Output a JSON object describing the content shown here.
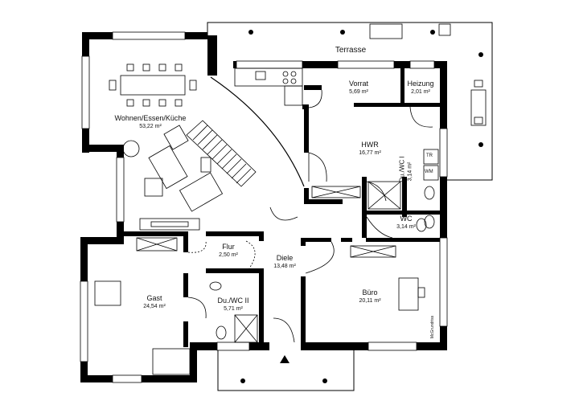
{
  "plan": {
    "terrace_label": "Terrasse",
    "watermark": "McGrundriss",
    "appliances": {
      "dryer": "TR",
      "washer": "WM"
    },
    "rooms": [
      {
        "key": "wohnen",
        "name": "Wohnen/Essen/Küche",
        "area": "53,22 m²"
      },
      {
        "key": "vorrat",
        "name": "Vorrat",
        "area": "5,69 m²"
      },
      {
        "key": "heizung",
        "name": "Heizung",
        "area": "2,01 m²"
      },
      {
        "key": "hwr",
        "name": "HWR",
        "area": "16,77 m²"
      },
      {
        "key": "duwc1",
        "name": "Du./WC I",
        "area": "3,14 m²"
      },
      {
        "key": "wc",
        "name": "WC",
        "area": "3,14 m²"
      },
      {
        "key": "flur",
        "name": "Flur",
        "area": "2,50 m²"
      },
      {
        "key": "diele",
        "name": "Diele",
        "area": "13,48 m²"
      },
      {
        "key": "gast",
        "name": "Gast",
        "area": "24,54 m²"
      },
      {
        "key": "duwc2",
        "name": "Du./WC II",
        "area": "5,71 m²"
      },
      {
        "key": "buero",
        "name": "Büro",
        "area": "20,11 m²"
      }
    ]
  }
}
